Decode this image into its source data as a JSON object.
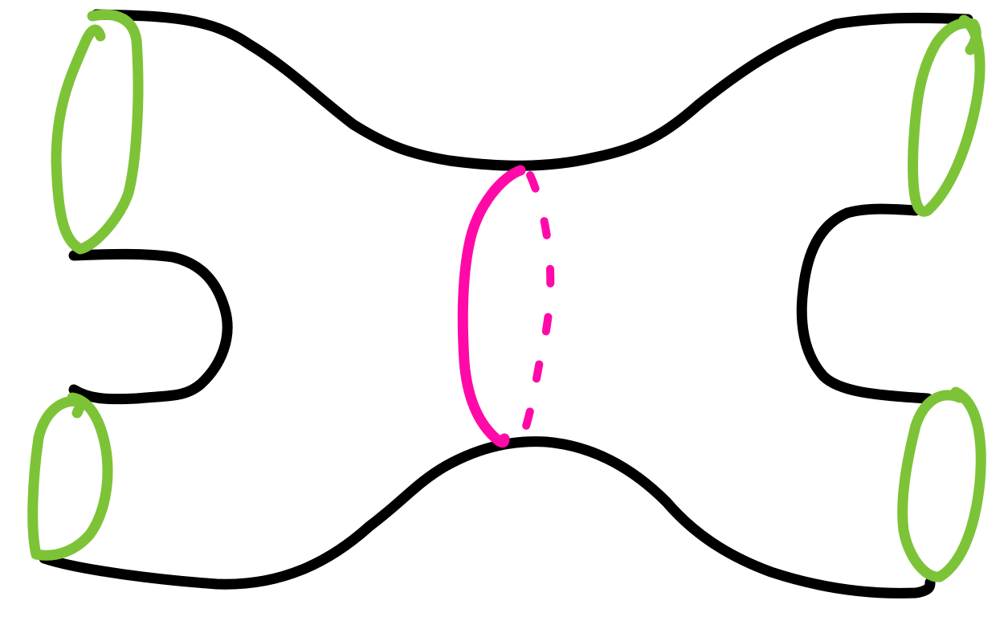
{
  "diagram": {
    "kind": "four-boundary surface (cobordism) with a separating cut curve",
    "text_labels": [],
    "colors": {
      "surface_outline": "#000000",
      "boundary_circles": "#7dc338",
      "cut_curve": "#ff0aa8",
      "background": "#ffffff"
    },
    "parts": {
      "surface": {
        "type": "closed outline",
        "style": "solid"
      },
      "boundary_circles": {
        "count": 4,
        "style": "solid"
      },
      "cut_curve": {
        "front_half": "solid",
        "back_half": "dashed"
      }
    }
  }
}
